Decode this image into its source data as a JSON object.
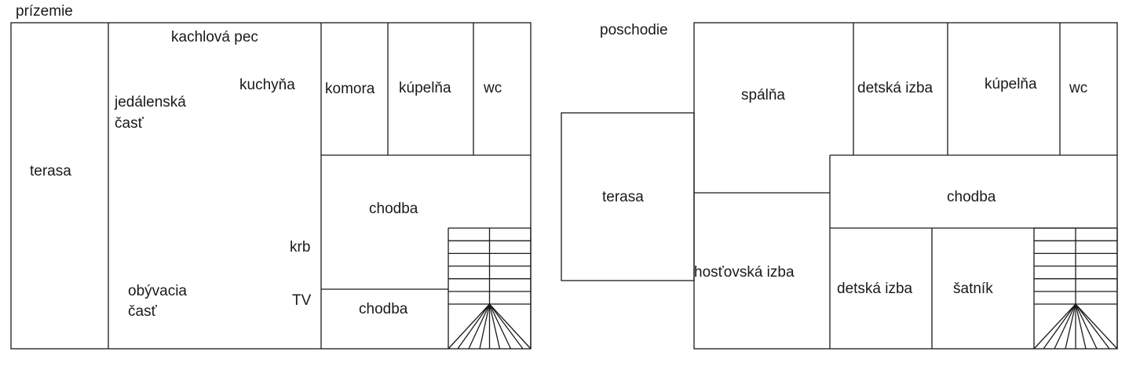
{
  "ground_floor": {
    "title": "prízemie",
    "rooms": {
      "terasa": "terasa",
      "kachlova_pec": "kachlová pec",
      "kuchyna": "kuchyňa",
      "jedalenska_1": "jedálenská",
      "jedalenska_2": "časť",
      "komora": "komora",
      "kupelna": "kúpelňa",
      "wc": "wc",
      "chodba_main": "chodba",
      "krb": "krb",
      "tv": "TV",
      "obyvacia_1": "obývacia",
      "obyvacia_2": "časť",
      "chodba_small": "chodba"
    }
  },
  "upper_floor": {
    "title": "poschodie",
    "rooms": {
      "spalna": "spálňa",
      "detska_izba_top": "detská izba",
      "kupelna": "kúpelňa",
      "wc": "wc",
      "terasa": "terasa",
      "chodba": "chodba",
      "hostovska_izba": "hosťovská izba",
      "detska_izba_bottom": "detská izba",
      "satnik": "šatník"
    }
  },
  "colors": {
    "line": "#1a1a1a",
    "background": "#ffffff"
  }
}
